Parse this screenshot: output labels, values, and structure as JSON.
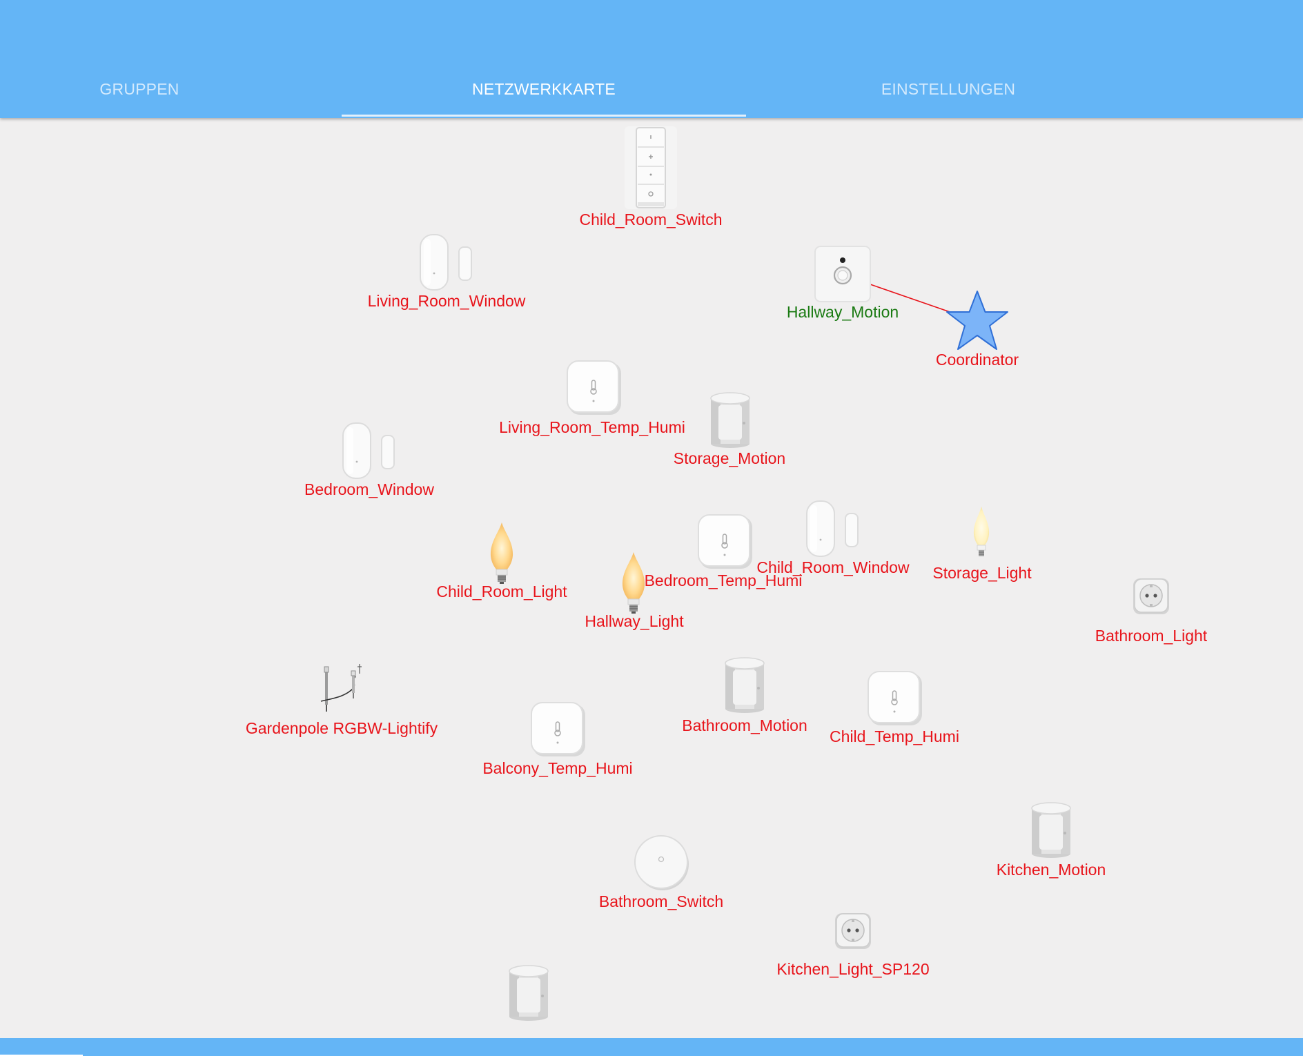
{
  "header": {
    "tabs": [
      {
        "label": "GRUPPEN"
      },
      {
        "label": "NETZWERKKARTE"
      },
      {
        "label": "EINSTELLUNGEN"
      }
    ]
  },
  "colors": {
    "header_bg": "#64b5f6",
    "map_bg": "#f0efef",
    "label_offline": "#e8141b",
    "label_online": "#1a7a12",
    "link": "#e8141b",
    "coordinator_fill": "#7cb4f8",
    "coordinator_stroke": "#2f6fd6"
  },
  "map": {
    "nodes": [
      {
        "label": "Child_Room_Switch",
        "icon": "dimmer-switch-icon",
        "status": "offline"
      },
      {
        "label": "Living_Room_Window",
        "icon": "door-window-sensor-icon",
        "status": "offline"
      },
      {
        "label": "Hallway_Motion",
        "icon": "motion-sensor-icon",
        "status": "online"
      },
      {
        "label": "Coordinator",
        "icon": "star-icon",
        "status": "offline"
      },
      {
        "label": "Living_Room_Temp_Humi",
        "icon": "temp-humidity-sensor-icon",
        "status": "offline"
      },
      {
        "label": "Storage_Motion",
        "icon": "cylinder-motion-sensor-icon",
        "status": "offline"
      },
      {
        "label": "Bedroom_Window",
        "icon": "door-window-sensor-icon",
        "status": "offline"
      },
      {
        "label": "Child_Room_Light",
        "icon": "candle-bulb-warm-icon",
        "status": "offline"
      },
      {
        "label": "Bedroom_Temp_Humi",
        "icon": "temp-humidity-sensor-icon",
        "status": "offline"
      },
      {
        "label": "Child_Room_Window",
        "icon": "door-window-sensor-icon",
        "status": "offline"
      },
      {
        "label": "Storage_Light",
        "icon": "candle-bulb-white-icon",
        "status": "offline"
      },
      {
        "label": "Hallway_Light",
        "icon": "candle-bulb-warm-icon",
        "status": "offline"
      },
      {
        "label": "Bathroom_Light",
        "icon": "smart-plug-icon",
        "status": "offline"
      },
      {
        "label": "Gardenpole RGBW-Lightify",
        "icon": "garden-pole-light-icon",
        "status": "offline"
      },
      {
        "label": "Bathroom_Motion",
        "icon": "cylinder-motion-sensor-icon",
        "status": "offline"
      },
      {
        "label": "Child_Temp_Humi",
        "icon": "temp-humidity-sensor-icon",
        "status": "offline"
      },
      {
        "label": "Balcony_Temp_Humi",
        "icon": "temp-humidity-sensor-icon",
        "status": "offline"
      },
      {
        "label": "Kitchen_Motion",
        "icon": "cylinder-motion-sensor-icon",
        "status": "offline"
      },
      {
        "label": "Bathroom_Switch",
        "icon": "round-button-switch-icon",
        "status": "offline"
      },
      {
        "label": "Kitchen_Light_SP120",
        "icon": "smart-plug-icon",
        "status": "offline"
      },
      {
        "label": "",
        "icon": "cylinder-motion-sensor-icon",
        "status": "offline"
      }
    ],
    "links": [
      {
        "from": "Hallway_Motion",
        "to": "Coordinator"
      }
    ]
  }
}
